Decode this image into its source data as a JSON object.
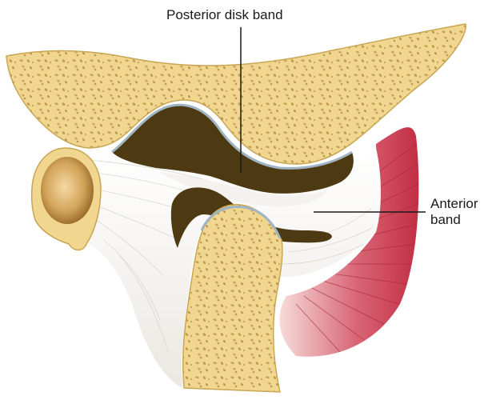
{
  "labels": {
    "posterior_disk_band": "Posterior disk band",
    "anterior_band_line1": "Anterior",
    "anterior_band_line2": "band"
  },
  "colors": {
    "bone": "#f0d68f",
    "bone_edge": "#c9a653",
    "spongy_spot": "#c4a056",
    "fossa_dark": "#4e3a12",
    "cartilage": "#9fb5c3",
    "disk": "#f2f0ec",
    "ligament_fiber": "#d9d6cf",
    "muscle": "#c9384b",
    "muscle_light": "#f0c8c8",
    "canal_inner": "#b88536",
    "leader_line": "#1a1a1a"
  }
}
